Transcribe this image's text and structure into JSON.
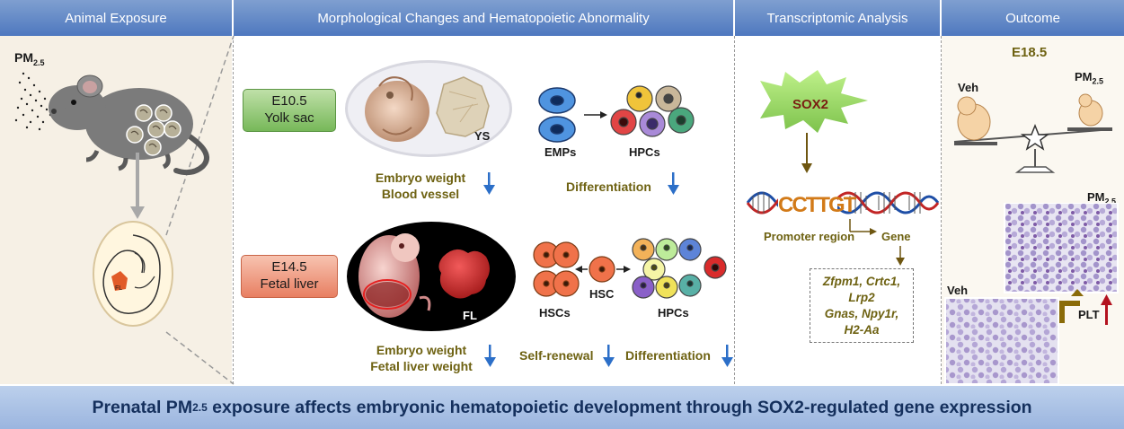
{
  "headers": {
    "exposure": "Animal Exposure",
    "morph": "Morphological Changes and Hematopoietic Abnormality",
    "transcript": "Transcriptomic Analysis",
    "outcome": "Outcome"
  },
  "exposure": {
    "pm_main": "PM",
    "pm_sub": "2.5",
    "fl": "FL"
  },
  "stage1": {
    "line1": "E10.5",
    "line2": "Yolk sac",
    "ys_label": "YS",
    "effect": [
      "Embryo weight",
      "Blood vessel"
    ],
    "progenitor": "EMPs",
    "target": "HPCs",
    "process": "Differentiation"
  },
  "stage2": {
    "line1": "E14.5",
    "line2": "Fetal liver",
    "fl_label": "FL",
    "effect": [
      "Embryo weight",
      "Fetal liver weight"
    ],
    "stem_cluster": "HSCs",
    "stem": "HSC",
    "target": "HPCs",
    "renewal": "Self-renewal",
    "process": "Differentiation"
  },
  "transcript": {
    "factor": "SOX2",
    "motif": "CCTTGT",
    "promoter": "Promoter region",
    "gene": "Gene",
    "genes": [
      "Zfpm1, Crtc1,",
      "Lrp2",
      "Gnas, Npy1r,",
      "H2-Aa"
    ]
  },
  "outcome": {
    "stage": "E18.5",
    "veh": "Veh",
    "pm_main": "PM",
    "pm_sub": "2.5",
    "veh2": "Veh",
    "plt": "PLT"
  },
  "summary": {
    "pre": "Prenatal PM",
    "sub": "2.5",
    "post": " exposure affects embryonic hematopoietic development through SOX2-regulated gene expression"
  },
  "colors": {
    "header": "#5b82c4",
    "accent": "#6e6212",
    "down_arrow": "#2c6fc8",
    "up_arrow": "#b3121f",
    "stage1": "#77b859",
    "stage2": "#e87f62"
  }
}
